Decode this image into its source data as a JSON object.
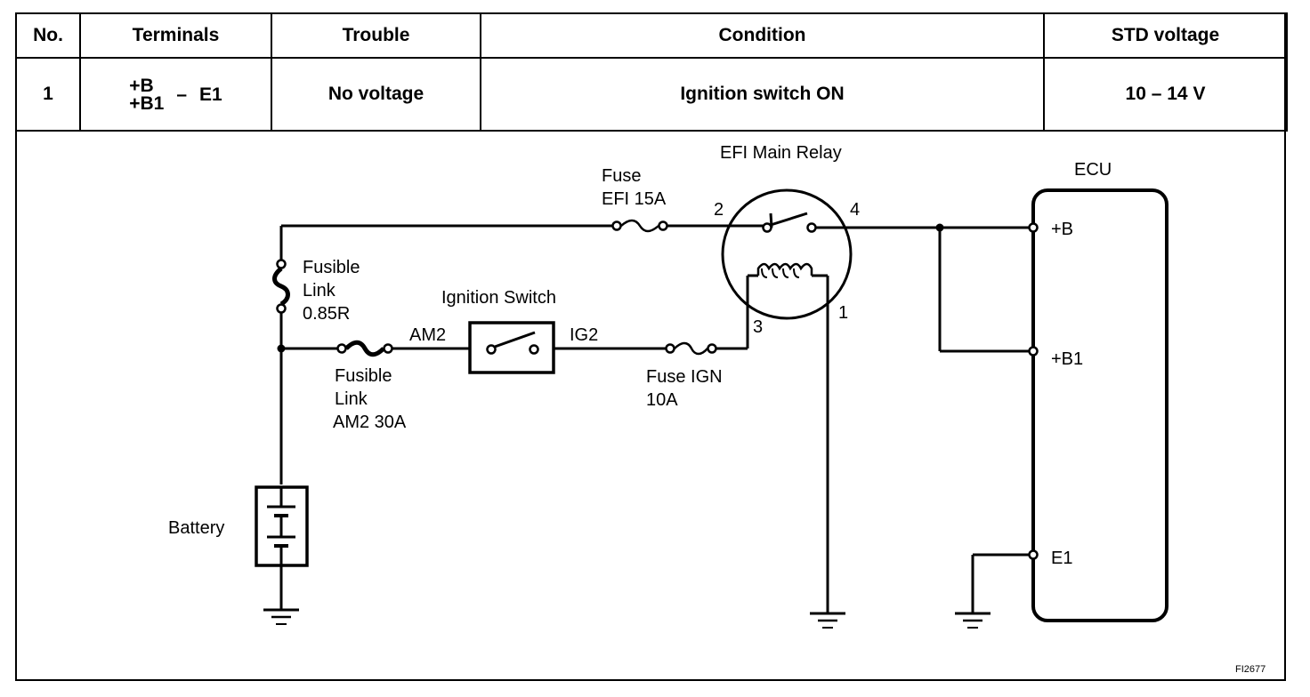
{
  "table": {
    "headers": {
      "no": "No.",
      "terminals": "Terminals",
      "trouble": "Trouble",
      "condition": "Condition",
      "std": "STD voltage"
    },
    "row": {
      "no": "1",
      "terminal_top": "+B",
      "terminal_bottom": "+B1",
      "dash": "–",
      "terminal_right": "E1",
      "trouble": "No voltage",
      "condition": "Ignition switch ON",
      "std": "10 – 14 V"
    }
  },
  "diagram": {
    "relay_title": "EFI Main Relay",
    "fuse_efi_line1": "Fuse",
    "fuse_efi_line2": "EFI 15A",
    "pin2": "2",
    "pin4": "4",
    "pin3": "3",
    "pin1": "1",
    "fusible_link_line1": "Fusible",
    "fusible_link_line2": "Link",
    "fusible_link_line3": "0.85R",
    "ignition_switch": "Ignition Switch",
    "am2": "AM2",
    "ig2": "IG2",
    "am2_link_line1": "Fusible",
    "am2_link_line2": "Link",
    "am2_link_line3": "AM2 30A",
    "fuse_ign_line1": "Fuse IGN",
    "fuse_ign_line2": "10A",
    "battery": "Battery",
    "ecu": "ECU",
    "ecu_b": "+B",
    "ecu_b1": "+B1",
    "ecu_e1": "E1"
  },
  "figure_id": "FI2677"
}
